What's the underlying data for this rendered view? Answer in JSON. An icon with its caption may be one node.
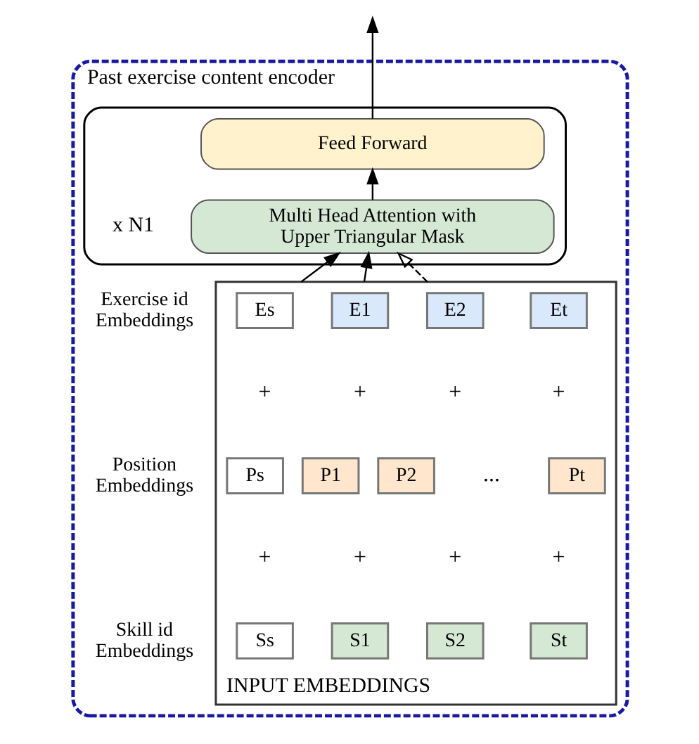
{
  "diagram": {
    "nodes": [
      {
        "text": [
          "Past exercise content encoder"
        ]
      },
      {
        "text": [],
        "shape": "box",
        "in": 0,
        "beside": [
          "x N1"
        ]
      },
      {
        "text": [
          "Feed Forward"
        ],
        "in": 1
      },
      {
        "text": [
          "Multi Head Attention with Upper Triangular Mask"
        ],
        "in": 1
      },
      {
        "text": [
          "INPUT EMBEDDINGS"
        ],
        "in": 0
      },
      {
        "text": [
          "Es"
        ],
        "in": 4
      },
      {
        "text": [
          "E1"
        ],
        "in": 4
      },
      {
        "text": [
          "E2"
        ],
        "in": 4
      },
      {
        "text": [
          "Et"
        ],
        "in": 4
      },
      {
        "text": [
          "Ps"
        ],
        "in": 4
      },
      {
        "text": [
          "P1"
        ],
        "in": 4
      },
      {
        "text": [
          "P2"
        ],
        "in": 4
      },
      {
        "text": [
          "Pt"
        ],
        "in": 4
      },
      {
        "text": [
          "Ss"
        ],
        "in": 4
      },
      {
        "text": [
          "S1"
        ],
        "in": 4
      },
      {
        "text": [
          "S2"
        ],
        "in": 4
      },
      {
        "text": [
          "St"
        ],
        "in": 4
      }
    ],
    "edges": [
      {
        "from": 4,
        "to": 3,
        "arrow": "to"
      },
      {
        "from": 4,
        "to": 3,
        "arrow": "to"
      },
      {
        "from": 4,
        "to": 3,
        "arrow": "to",
        "style": "dashed"
      },
      {
        "from": 3,
        "to": 2,
        "arrow": "to"
      },
      {
        "from": 2,
        "to": null,
        "arrow": "to"
      }
    ],
    "labels": [
      "Exercise id Embeddings",
      "+",
      "+",
      "+",
      "+",
      "Position Embeddings",
      "...",
      "+",
      "+",
      "+",
      "+",
      "Skill id Embeddings"
    ]
  }
}
